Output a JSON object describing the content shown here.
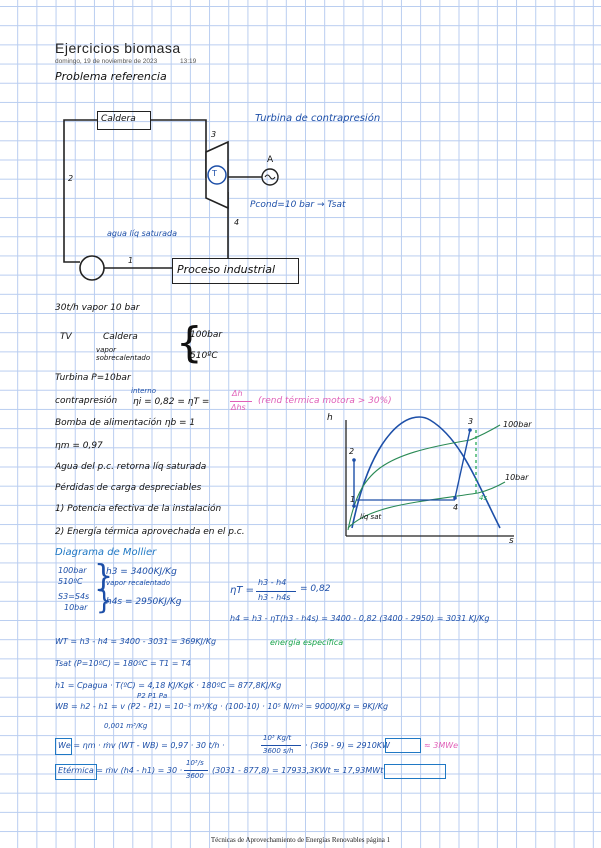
{
  "header": {
    "title": "Ejercicios biomasa",
    "date": "domingo, 19 de noviembre de 2023",
    "time": "13:19"
  },
  "diagram": {
    "heading": "Problema referencia",
    "boiler": "Caldera",
    "turbine_symbol": "T",
    "generator_label": "A",
    "turbine_title": "Turbina de contrapresión",
    "cond_pressure": "Pcond=10 bar → Tsat",
    "water_note": "agua líq saturada",
    "process": "Proceso industrial",
    "points": [
      "1",
      "2",
      "3",
      "4"
    ]
  },
  "notes": {
    "line1": "30t/h vapor 10 bar",
    "tv": "TV",
    "caldera": "Caldera",
    "vapor_sobre": "vapor",
    "sobrecal": "sobrecalentado",
    "p100": "100bar",
    "t510": "510ºC",
    "turbina": "Turbina P=10bar",
    "contrapresion": "contrapresión",
    "interno": "interno",
    "eta_i": "ηi = 0,82 = ηT =",
    "frac_num": "Δh",
    "frac_den": "Δhs",
    "rend_term": "(rend térmica motora > 30%)",
    "bomba": "Bomba de alimentación ηb = 1",
    "eta_m": "ηm = 0,97",
    "agua_pc": "Agua del p.c. retorna líq saturada",
    "perdidas": "Pérdidas de carga despreciables",
    "q1": "1) Potencia efectiva de la instalación",
    "q2": "2) Energía térmica aprovechada en el p.c."
  },
  "ts_chart": {
    "h_axis": "h",
    "s_axis": "s",
    "iso_100": "100bar",
    "iso_10": "10bar",
    "pts": [
      "1",
      "2",
      "3",
      "4",
      "4s"
    ],
    "liq_sat": "líq sat"
  },
  "calc": {
    "mollier": "Diagrama de Mollier",
    "c1a": "100bar",
    "c1b": "510ºC",
    "c1c": "h3 = 3400KJ/Kg",
    "c1d": "vapor recalentado",
    "c2a": "S3=S4s",
    "c2b": "10bar",
    "c2c": "h4s = 2950KJ/Kg",
    "etaT": "ηT =",
    "etaT_num": "h3 - h4",
    "etaT_den": "h3 - h4s",
    "etaT_val": "= 0,82",
    "h4": "h4 = h3 - ηT(h3 - h4s) = 3400 - 0,82 (3400 - 2950) = 3031 KJ/Kg",
    "wt": "WT = h3 - h4 = 3400 - 3031 = 369KJ/Kg",
    "wt_note": "energía específica",
    "tsat": "Tsat (P=10ºC) = 180ºC = T1 = T4",
    "h1": "h1 = Cpagua · T(ºC) = 4,18 KJ/KgK · 180ºC = 877,8KJ/Kg",
    "wb_sup": "P2   P1                    Pa",
    "wb": "WB = h2 - h1 = v (P2 - P1) = 10⁻³ m³/Kg · (100-10) · 10⁵ N/m² = 9000J/Kg = 9KJ/Kg",
    "v_note": "0,001 m³/Kg",
    "we": "We = ηm · ṁv (WT - WB) = 0,97 · 30 t/h ·",
    "we_frac_num": "10³ Kg/t",
    "we_frac_den": "3600 s/h",
    "we_end": "· (369 - 9) = 2910KW",
    "we_mw": "≈ 3MWe",
    "et": "Etérmica = ṁv (h4 - h1) = 30 ·",
    "et_frac_num": "10³/s",
    "et_frac_den": "3600",
    "et_end": "(3031 - 877,8) = 17933,3KWt ≈ 17,93MWt"
  },
  "footer": {
    "text": "Técnicas de Aprovechamiento de Energías Renovables página 1"
  }
}
